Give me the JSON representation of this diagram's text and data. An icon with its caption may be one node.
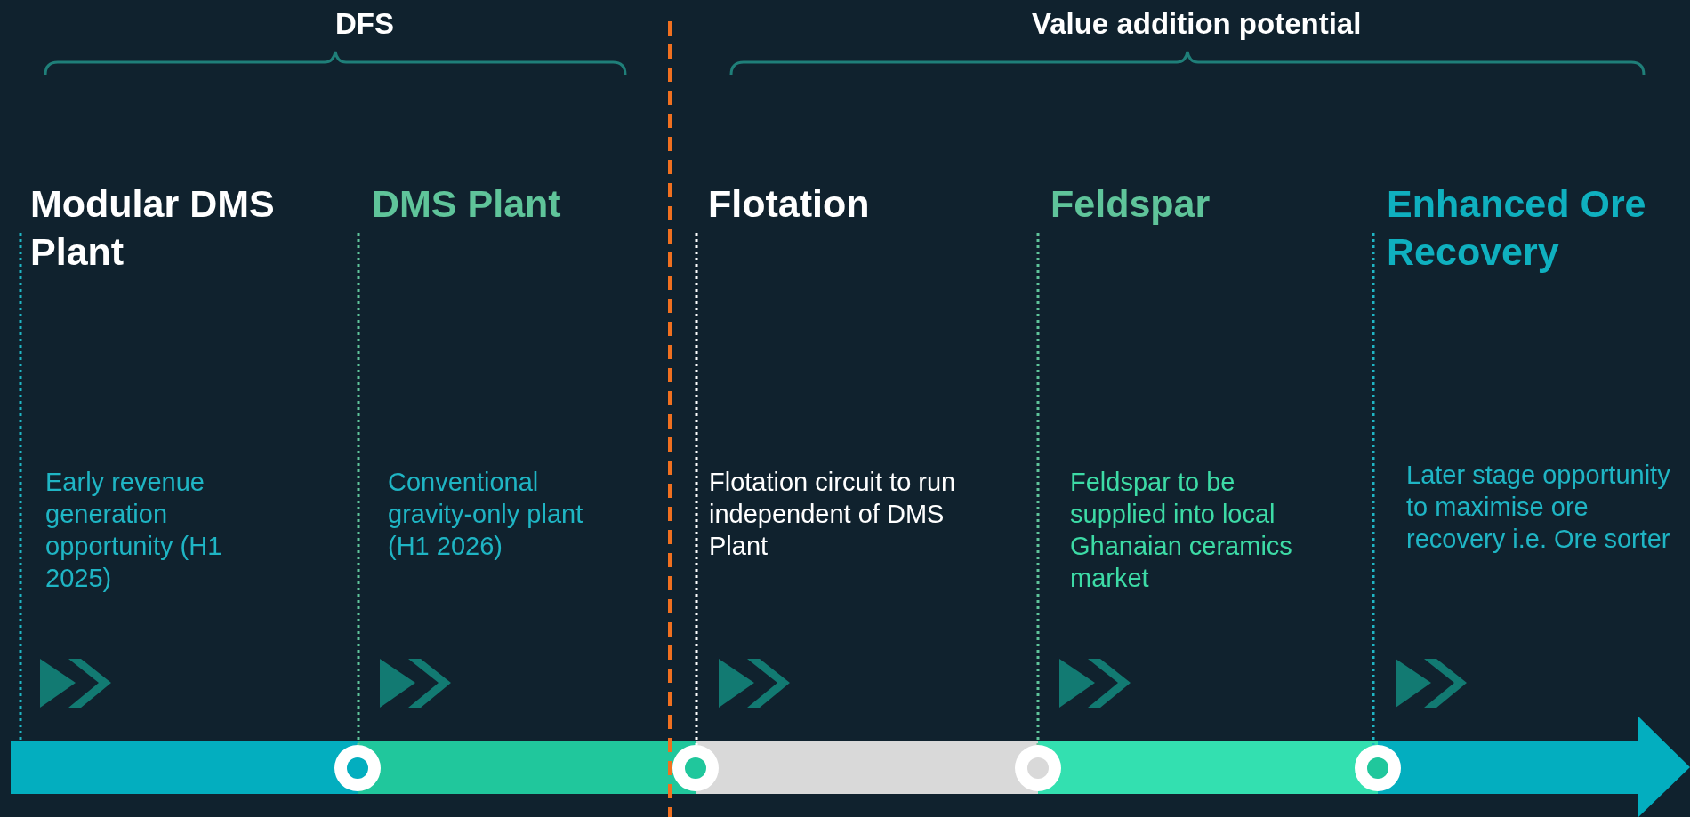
{
  "diagram": {
    "nodes": [
      {
        "text": [
          "Modular DMS Plant",
          "Early revenue generation opportunity (H1 2025)"
        ]
      },
      {
        "text": [
          "DMS Plant",
          "Conventional gravity-only plant (H1 2026)"
        ]
      },
      {
        "text": [
          "Flotation",
          "Flotation circuit to run independent of DMS Plant"
        ]
      },
      {
        "text": [
          "Feldspar",
          "Feldspar to be supplied into local Ghanaian ceramics market"
        ]
      },
      {
        "text": [
          "Enhanced Ore Recovery",
          "Later stage opportunity to maximise ore recovery  i.e. Ore sorter"
        ]
      },
      {
        "text": [],
        "shape": "circle"
      },
      {
        "text": [],
        "shape": "circle"
      },
      {
        "text": [],
        "shape": "circle"
      },
      {
        "text": [],
        "shape": "circle"
      }
    ],
    "edges": [
      {
        "from": 0,
        "to": null,
        "arrow": "none",
        "style": "dashed"
      },
      {
        "from": 1,
        "to": 5,
        "arrow": "none",
        "style": "dashed"
      },
      {
        "from": 2,
        "to": 6,
        "arrow": "none",
        "style": "dashed",
        "color": "#ffffff"
      },
      {
        "from": 3,
        "to": 7,
        "arrow": "none",
        "style": "dashed"
      },
      {
        "from": 4,
        "to": 8,
        "arrow": "none",
        "style": "dashed"
      }
    ],
    "labels": [
      "DFS",
      "Value addition potential"
    ]
  }
}
